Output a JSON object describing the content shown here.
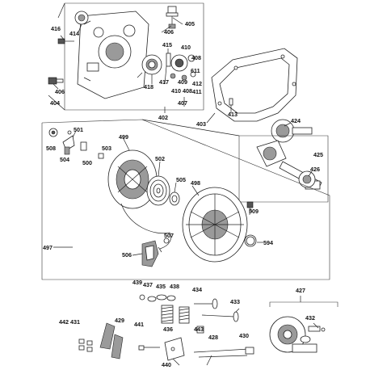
{
  "labels": {
    "l416": "416",
    "l414": "414",
    "l405": "405",
    "l406a": "406",
    "l415": "415",
    "l410a": "410",
    "l408a": "408",
    "l611": "611",
    "l418": "418",
    "l417": "417",
    "l409": "409",
    "l410b": "410",
    "l408b": "408",
    "l412": "412",
    "l411": "411",
    "l407": "407",
    "l406b": "406",
    "l404": "404",
    "l402": "402",
    "l403": "403",
    "l413": "413",
    "l424": "424",
    "l425": "425",
    "l426": "426",
    "l501": "501",
    "l508": "508",
    "l504": "504",
    "l500": "500",
    "l503": "503",
    "l499": "499",
    "l502": "502",
    "l505": "505",
    "l498": "498",
    "l509": "509",
    "l594": "594",
    "l507": "507",
    "l497": "497",
    "l506": "506",
    "l439": "439",
    "l437": "437",
    "l435": "435",
    "l438": "438",
    "l434": "434",
    "l433": "433",
    "l427": "427",
    "l432": "432",
    "l442": "442",
    "l431": "431",
    "l429": "429",
    "l441": "441",
    "l436": "436",
    "l443": "443",
    "l430": "430",
    "l428": "428",
    "l440": "440"
  }
}
